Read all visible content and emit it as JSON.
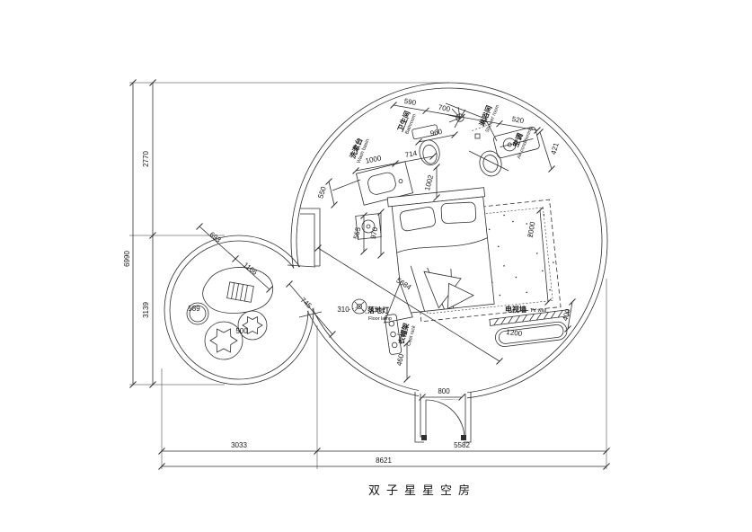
{
  "title": "双子星星空房",
  "rooms": {
    "wash_basin": {
      "cn": "洗漱台",
      "en": "Wash basin"
    },
    "bathroom": {
      "cn": "卫生间",
      "en": "Bathroom"
    },
    "shower": {
      "cn": "淋浴间",
      "en": "Shower room"
    },
    "ac": {
      "cn": "空调",
      "en": "Air conditioning"
    },
    "tv_wall": {
      "cn": "电视墙",
      "en": "TV wall"
    },
    "floor_lamp": {
      "cn": "落地灯",
      "en": "Floor lamp"
    },
    "coat_rack": {
      "cn": "衣帽架",
      "en": "Coat rack"
    }
  },
  "dims": {
    "d590": "590",
    "d700": "700",
    "d520": "520",
    "d421": "421",
    "d1000": "1000",
    "d714": "714",
    "d960": "960",
    "d1002": "1002",
    "d550": "550",
    "d565": "565",
    "d970": "970",
    "d2000": "2000",
    "d5684": "5684",
    "d745": "745",
    "d693": "693",
    "d1166": "1166",
    "d589": "589",
    "d500": "500",
    "d310": "310",
    "d460": "460",
    "d1200": "1200",
    "d400": "400",
    "d800": "800",
    "d3033": "3033",
    "d5582": "5582",
    "d8621": "8621",
    "d2770": "2770",
    "d3139": "3139",
    "d6990": "6990"
  },
  "colors": {
    "line": "#2f2f2f",
    "background": "#ffffff"
  }
}
